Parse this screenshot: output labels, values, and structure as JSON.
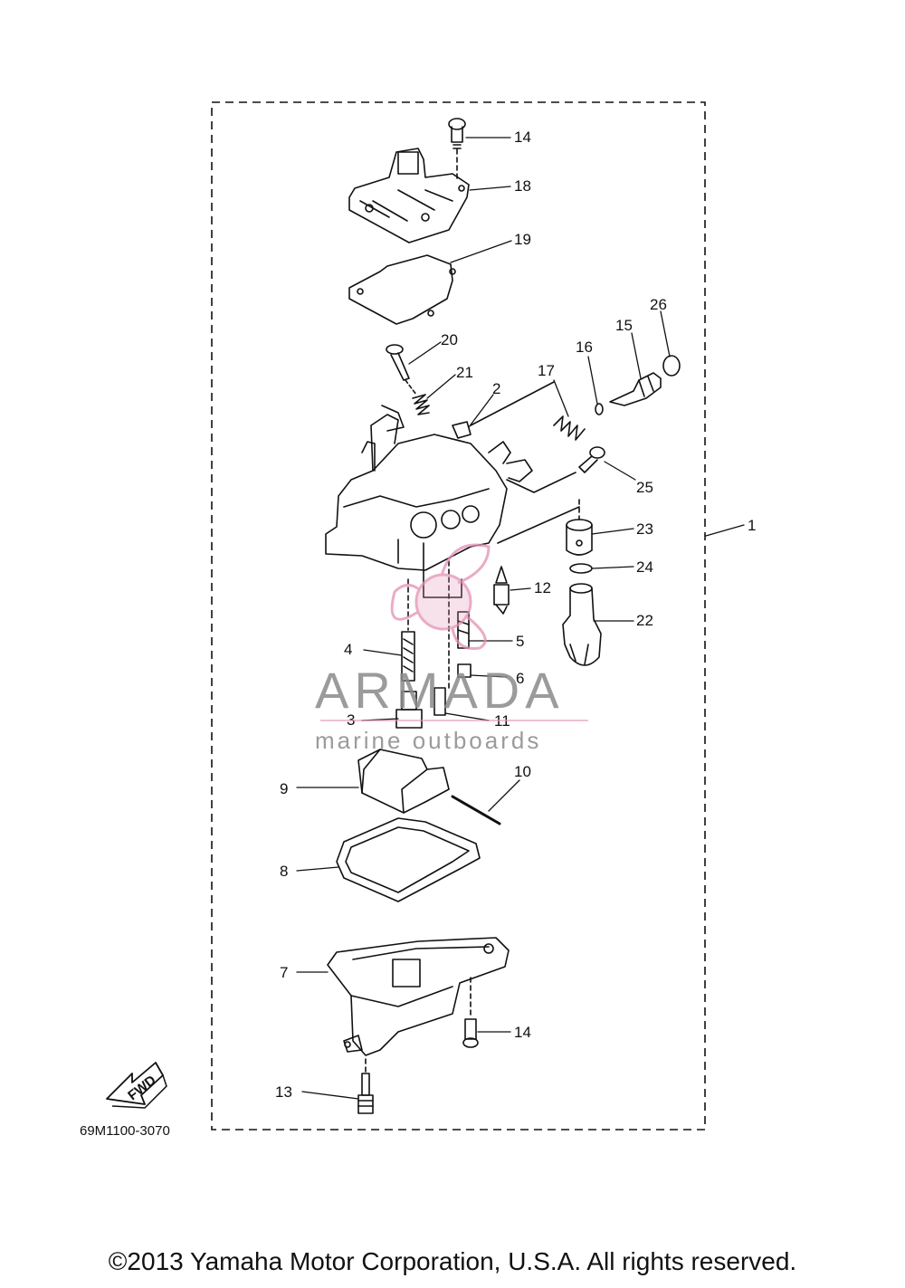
{
  "diagram": {
    "parts": [
      {
        "id": "p1",
        "label": "1"
      },
      {
        "id": "p2",
        "label": "2"
      },
      {
        "id": "p3",
        "label": "3"
      },
      {
        "id": "p4",
        "label": "4"
      },
      {
        "id": "p5",
        "label": "5"
      },
      {
        "id": "p6",
        "label": "6"
      },
      {
        "id": "p7",
        "label": "7"
      },
      {
        "id": "p8",
        "label": "8"
      },
      {
        "id": "p9",
        "label": "9"
      },
      {
        "id": "p10",
        "label": "10"
      },
      {
        "id": "p11",
        "label": "11"
      },
      {
        "id": "p12",
        "label": "12"
      },
      {
        "id": "p13",
        "label": "13"
      },
      {
        "id": "p14a",
        "label": "14"
      },
      {
        "id": "p14b",
        "label": "14"
      },
      {
        "id": "p15",
        "label": "15"
      },
      {
        "id": "p16",
        "label": "16"
      },
      {
        "id": "p17",
        "label": "17"
      },
      {
        "id": "p18",
        "label": "18"
      },
      {
        "id": "p19",
        "label": "19"
      },
      {
        "id": "p20",
        "label": "20"
      },
      {
        "id": "p21",
        "label": "21"
      },
      {
        "id": "p22",
        "label": "22"
      },
      {
        "id": "p23",
        "label": "23"
      },
      {
        "id": "p24",
        "label": "24"
      },
      {
        "id": "p25",
        "label": "25"
      },
      {
        "id": "p26",
        "label": "26"
      }
    ],
    "figure_code": "69M1100-3070",
    "fwd_label": "FWD"
  },
  "watermark": {
    "title": "ARMADA",
    "subtitle": "marine outboards",
    "accent_color": "#e38fb4"
  },
  "footer": {
    "copyright": "©2013 Yamaha Motor Corporation, U.S.A. All rights reserved."
  }
}
